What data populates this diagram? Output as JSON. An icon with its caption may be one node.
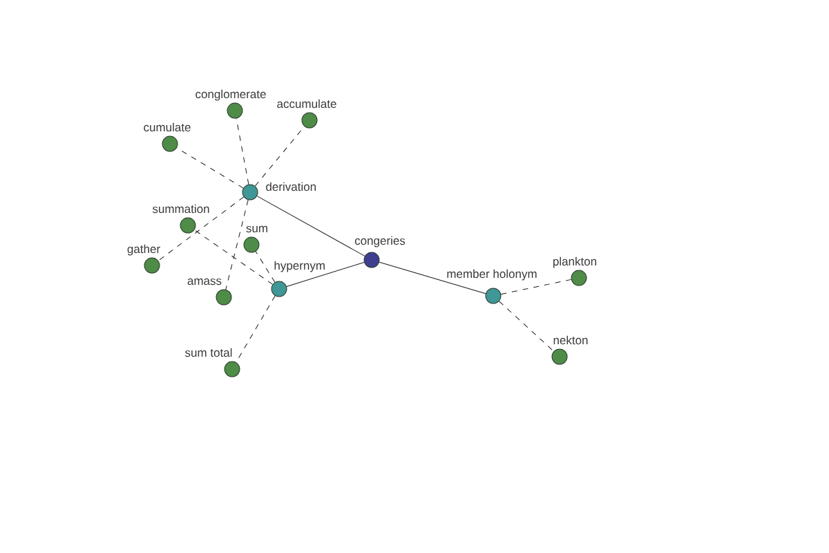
{
  "diagram": {
    "nodes": [
      {
        "text": [
          "conglomerate"
        ]
      },
      {
        "text": [
          "accumulate"
        ]
      },
      {
        "text": [
          "cumulate"
        ]
      },
      {
        "text": [
          "derivation"
        ]
      },
      {
        "text": [
          "summation"
        ]
      },
      {
        "text": [
          "sum"
        ]
      },
      {
        "text": [
          "congeries"
        ]
      },
      {
        "text": [
          "gather"
        ]
      },
      {
        "text": [
          "plankton"
        ]
      },
      {
        "text": [
          "hypernym"
        ]
      },
      {
        "text": [
          "amass"
        ]
      },
      {
        "text": [
          "member holonym"
        ]
      },
      {
        "text": [
          "nekton"
        ]
      },
      {
        "text": [
          "sum total"
        ]
      }
    ],
    "edges": [
      {
        "from": 6,
        "to": 3,
        "arrow": "none"
      },
      {
        "from": 6,
        "to": 9,
        "arrow": "none"
      },
      {
        "from": 6,
        "to": 11,
        "arrow": "none"
      },
      {
        "from": 3,
        "to": 2,
        "arrow": "none",
        "style": "dashed"
      },
      {
        "from": 3,
        "to": 0,
        "arrow": "none",
        "style": "dashed"
      },
      {
        "from": 3,
        "to": 1,
        "arrow": "none",
        "style": "dashed"
      },
      {
        "from": 3,
        "to": 7,
        "arrow": "none",
        "style": "dashed"
      },
      {
        "from": 3,
        "to": 10,
        "arrow": "none",
        "style": "dashed"
      },
      {
        "from": 9,
        "to": 4,
        "arrow": "none",
        "style": "dashed"
      },
      {
        "from": 9,
        "to": 5,
        "arrow": "none",
        "style": "dashed"
      },
      {
        "from": 9,
        "to": 13,
        "arrow": "none",
        "style": "dashed"
      },
      {
        "from": 11,
        "to": 8,
        "arrow": "none",
        "style": "dashed"
      },
      {
        "from": 11,
        "to": 12,
        "arrow": "none",
        "style": "dashed"
      }
    ]
  }
}
